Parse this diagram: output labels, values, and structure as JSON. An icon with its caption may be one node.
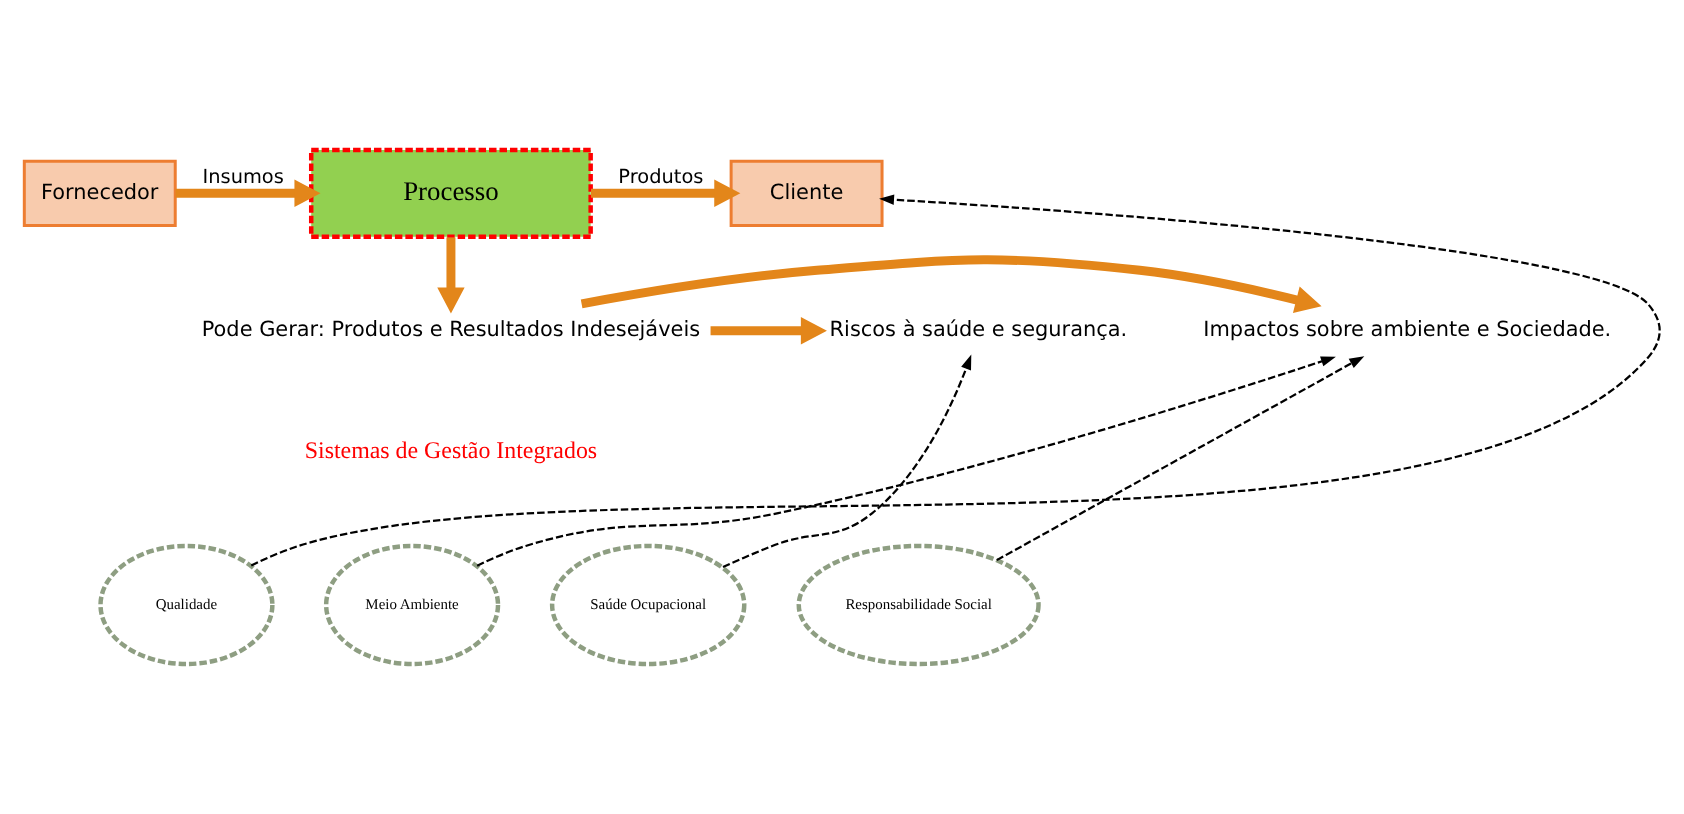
{
  "diagram": {
    "nodes": [
      {
        "text": [
          "Fornecedor"
        ]
      },
      {
        "text": [
          "Processo"
        ]
      },
      {
        "text": [
          "Cliente"
        ]
      },
      {
        "text": [
          "Pode Gerar: Produtos e Resultados Indesejáveis"
        ]
      },
      {
        "text": [
          "Impactos sobre ambiente e Sociedade."
        ]
      },
      {
        "text": [
          "Riscos à saúde e segurança."
        ]
      },
      {
        "text": [
          "Qualidade"
        ]
      },
      {
        "text": [
          "Meio Ambiente"
        ]
      },
      {
        "text": [
          "Saúde Ocupacional"
        ]
      },
      {
        "text": [
          "Responsabilidade Social"
        ]
      }
    ],
    "edges": [
      {
        "from": 0,
        "to": 1,
        "arrow": "to",
        "label": "Insumos"
      },
      {
        "from": 1,
        "to": 2,
        "arrow": "to",
        "label": "Produtos"
      },
      {
        "from": 1,
        "to": 3,
        "arrow": "to"
      },
      {
        "from": 3,
        "to": 4,
        "arrow": "to"
      },
      {
        "from": 3,
        "to": 5,
        "arrow": "to"
      },
      {
        "from": 6,
        "to": 2,
        "arrow": "to",
        "style": "dashed",
        "color": "#000000"
      },
      {
        "from": 7,
        "to": 4,
        "arrow": "to",
        "style": "dashed",
        "color": "#000000"
      },
      {
        "from": 9,
        "to": 4,
        "arrow": "to",
        "style": "dashed",
        "color": "#000000"
      },
      {
        "from": 8,
        "to": 5,
        "arrow": "to",
        "style": "dashed",
        "color": "#000000"
      }
    ],
    "labels": [
      "Sistemas de Gestão Integrados"
    ]
  }
}
